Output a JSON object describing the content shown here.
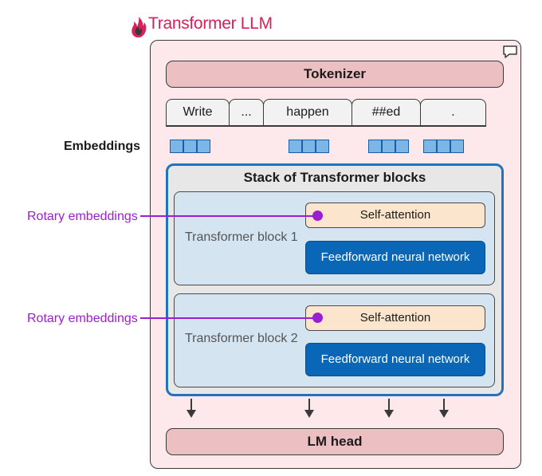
{
  "header": {
    "title": "Transformer LLM",
    "logo_icon": "flame-logo-icon"
  },
  "tokenizer": {
    "label": "Tokenizer"
  },
  "tokens": [
    "Write",
    "...",
    "happen",
    "##ed",
    "."
  ],
  "embeddings": {
    "label": "Embeddings"
  },
  "stack": {
    "title": "Stack of Transformer blocks"
  },
  "blocks": [
    {
      "label": "Transformer block 1",
      "self_attention": "Self-attention",
      "ffn": "Feedforward neural network",
      "rotary_label": "Rotary embeddings"
    },
    {
      "label": "Transformer block 2",
      "self_attention": "Self-attention",
      "ffn": "Feedforward neural network",
      "rotary_label": "Rotary embeddings"
    }
  ],
  "lm_head": {
    "label": "LM head"
  },
  "colors": {
    "title": "#d8215b",
    "outer_fill": "#fde8ec",
    "bar_fill": "#ecbfc3",
    "stack_border": "#1f73bf",
    "block_fill": "#d4e4f0",
    "self_attention_fill": "#fbe6cd",
    "ffn_fill": "#0a66b6",
    "rotary": "#9a1fd1",
    "embedding_fill": "#7cb6e6"
  }
}
